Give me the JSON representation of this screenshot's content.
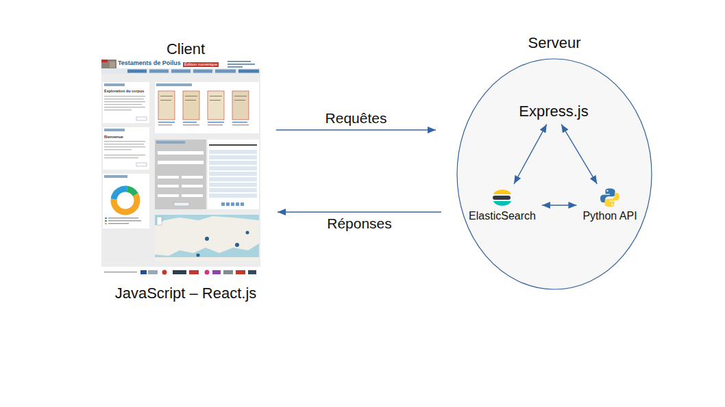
{
  "diagram": {
    "nodes": [
      {
        "text": [
          "Client",
          "JavaScript – React.js"
        ]
      },
      {
        "text": [
          "Serveur"
        ]
      },
      {
        "text": [
          "Express.js"
        ],
        "in": 1
      },
      {
        "text": [
          "ElasticSearch"
        ],
        "in": 1
      },
      {
        "text": [
          "Python API"
        ],
        "in": 1
      }
    ],
    "edges": [
      {
        "from": 0,
        "to": 1,
        "arrow": "to",
        "label": "Requêtes"
      },
      {
        "from": 1,
        "to": 0,
        "arrow": "to",
        "label": "Réponses"
      },
      {
        "from": 2,
        "to": 3,
        "arrow": "both"
      },
      {
        "from": 2,
        "to": 4,
        "arrow": "both"
      },
      {
        "from": 3,
        "to": 4,
        "arrow": "both"
      }
    ],
    "labels": [
      "Testaments de Poilus",
      "Édition numérique",
      "Exploration du corpus",
      "Bienvenue"
    ]
  }
}
